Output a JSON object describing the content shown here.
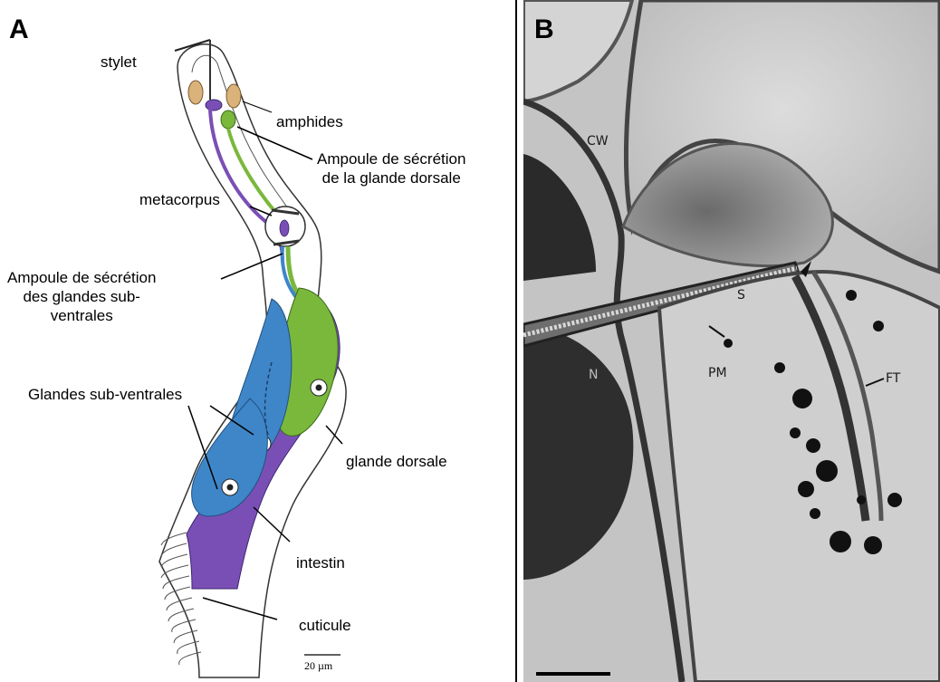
{
  "panels": {
    "a": {
      "letter": "A"
    },
    "b": {
      "letter": "B"
    }
  },
  "diagram_labels": {
    "stylet": "stylet",
    "amphides": "amphides",
    "dorsal_ampulla_line1": "Ampoule de sécrétion",
    "dorsal_ampulla_line2": "de la glande dorsale",
    "metacorpus": "metacorpus",
    "subventral_ampulla_line1": "Ampoule de sécrétion",
    "subventral_ampulla_line2": "des glandes sub-",
    "subventral_ampulla_line3": "ventrales",
    "subventral_glands": "Glandes sub-ventrales",
    "dorsal_gland": "glande dorsale",
    "intestine": "intestin",
    "cuticle": "cuticule",
    "scale_bar": "20 µm"
  },
  "micrograph_labels": {
    "cw": "CW",
    "s": "S",
    "pm": "PM",
    "ft": "FT",
    "n": "N"
  },
  "colors": {
    "dorsal_gland": "#7ab83c",
    "subventral_glands": "#3f86c8",
    "intestine": "#7a4fb5",
    "amphides": "#d9b37a",
    "micrograph_bg": "#c9c9c9"
  }
}
